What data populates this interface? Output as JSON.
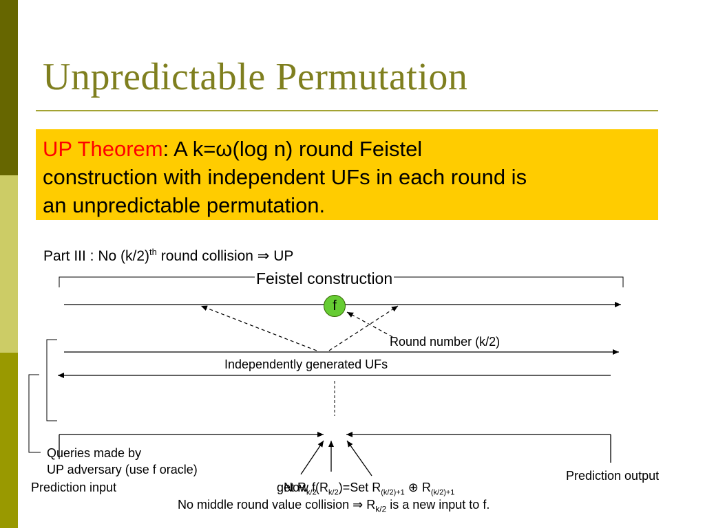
{
  "slide": {
    "title": "Unpredictable Permutation",
    "theorem": {
      "label": "UP Theorem",
      "line1_rest": ": A k=ω(log n) round Feistel",
      "line2": "construction with independent UFs in each round is",
      "line3": "an unpredictable permutation."
    },
    "part": {
      "prefix": "Part III : No (k/2)",
      "sup": "th",
      "suffix": " round collision ⇒ UP"
    }
  },
  "diagram": {
    "feistel_label": "Feistel construction",
    "f_label": "f",
    "round_number_label": "Round number (k/2)",
    "ufs_label": "Independently generated UFs",
    "queries_line1": "Queries made by",
    "queries_line2": "UP adversary (use f oracle)",
    "prediction_input": "Prediction input",
    "prediction_output": "Prediction output",
    "overlap_text_1": "get R",
    "overlap_text_1_sub": "k/2",
    "overlap_text_2": "Now f(R",
    "overlap_text_2_sub": "k/2",
    "overlap_text_3": ")=Set R",
    "overlap_text_3_sub": "(k/2)+1",
    "overlap_text_4": " ⊕ R",
    "overlap_text_4_sub": "(k/2)+1",
    "bottom_prefix": "No middle round value collision ⇒ R",
    "bottom_sub": "k/2",
    "bottom_suffix": " is a new input to f.",
    "colors": {
      "f_circle": "#66cc33",
      "theorem_bg": "#ffcc00",
      "title": "#7f7f1f"
    }
  }
}
